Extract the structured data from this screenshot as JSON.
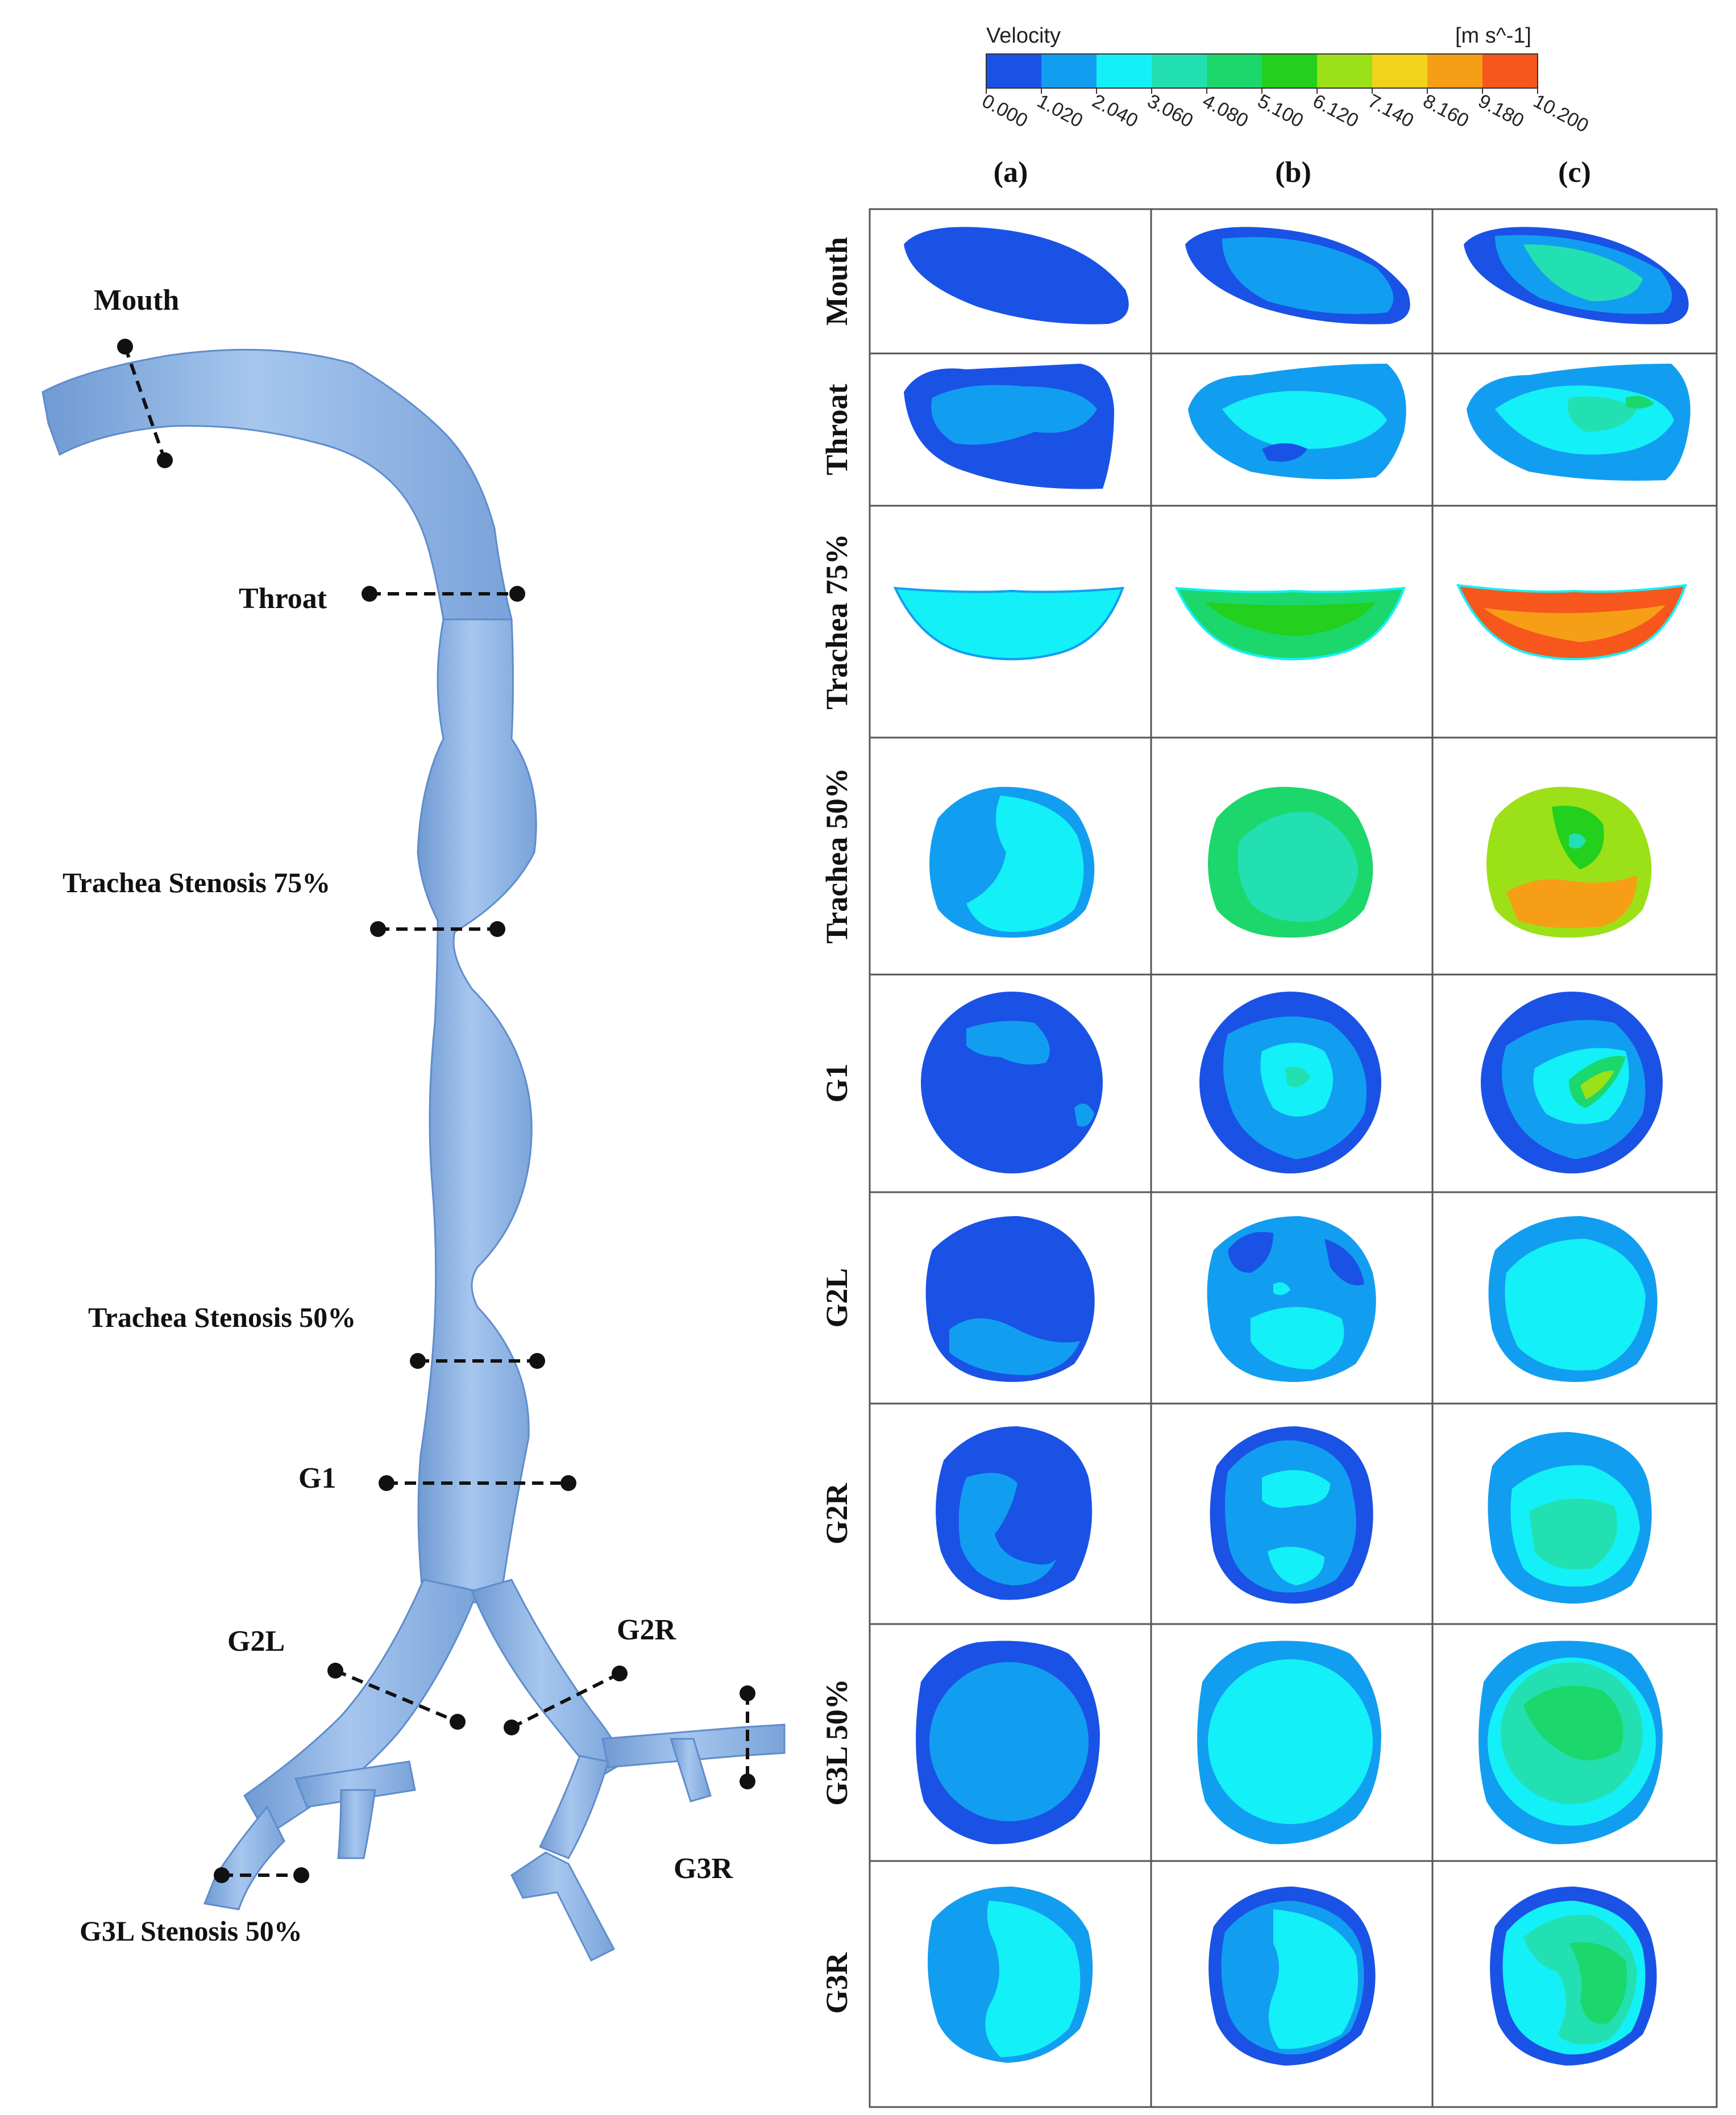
{
  "colorbar": {
    "title": "Velocity",
    "unit": "[m s^-1]",
    "ticks": [
      "0.000",
      "1.020",
      "2.040",
      "3.060",
      "4.080",
      "5.100",
      "6.120",
      "7.140",
      "8.160",
      "9.180",
      "10.200"
    ],
    "colors": [
      "#1a52e6",
      "#129ef0",
      "#14f0f8",
      "#23e0b2",
      "#1cd76b",
      "#22d01d",
      "#9ce017",
      "#f2d31c",
      "#f79e17",
      "#f7561d"
    ]
  },
  "columns": [
    "(a)",
    "(b)",
    "(c)"
  ],
  "rows": [
    "Mouth",
    "Throat",
    "Trachea 75%",
    "Trachea 50%",
    "G1",
    "G2L",
    "G2R",
    "G3L 50%",
    "G3R"
  ],
  "airway_labels": {
    "mouth": "Mouth",
    "throat": "Throat",
    "trachea75": "Trachea Stenosis 75%",
    "trachea50": "Trachea Stenosis 50%",
    "g1": "G1",
    "g2l": "G2L",
    "g2r": "G2R",
    "g3r": "G3R",
    "g3l": "G3L Stenosis 50%"
  },
  "colors": {
    "airway_fill": "#8fb6e6",
    "airway_shade": "#6e98d2",
    "marker": "#111111"
  }
}
